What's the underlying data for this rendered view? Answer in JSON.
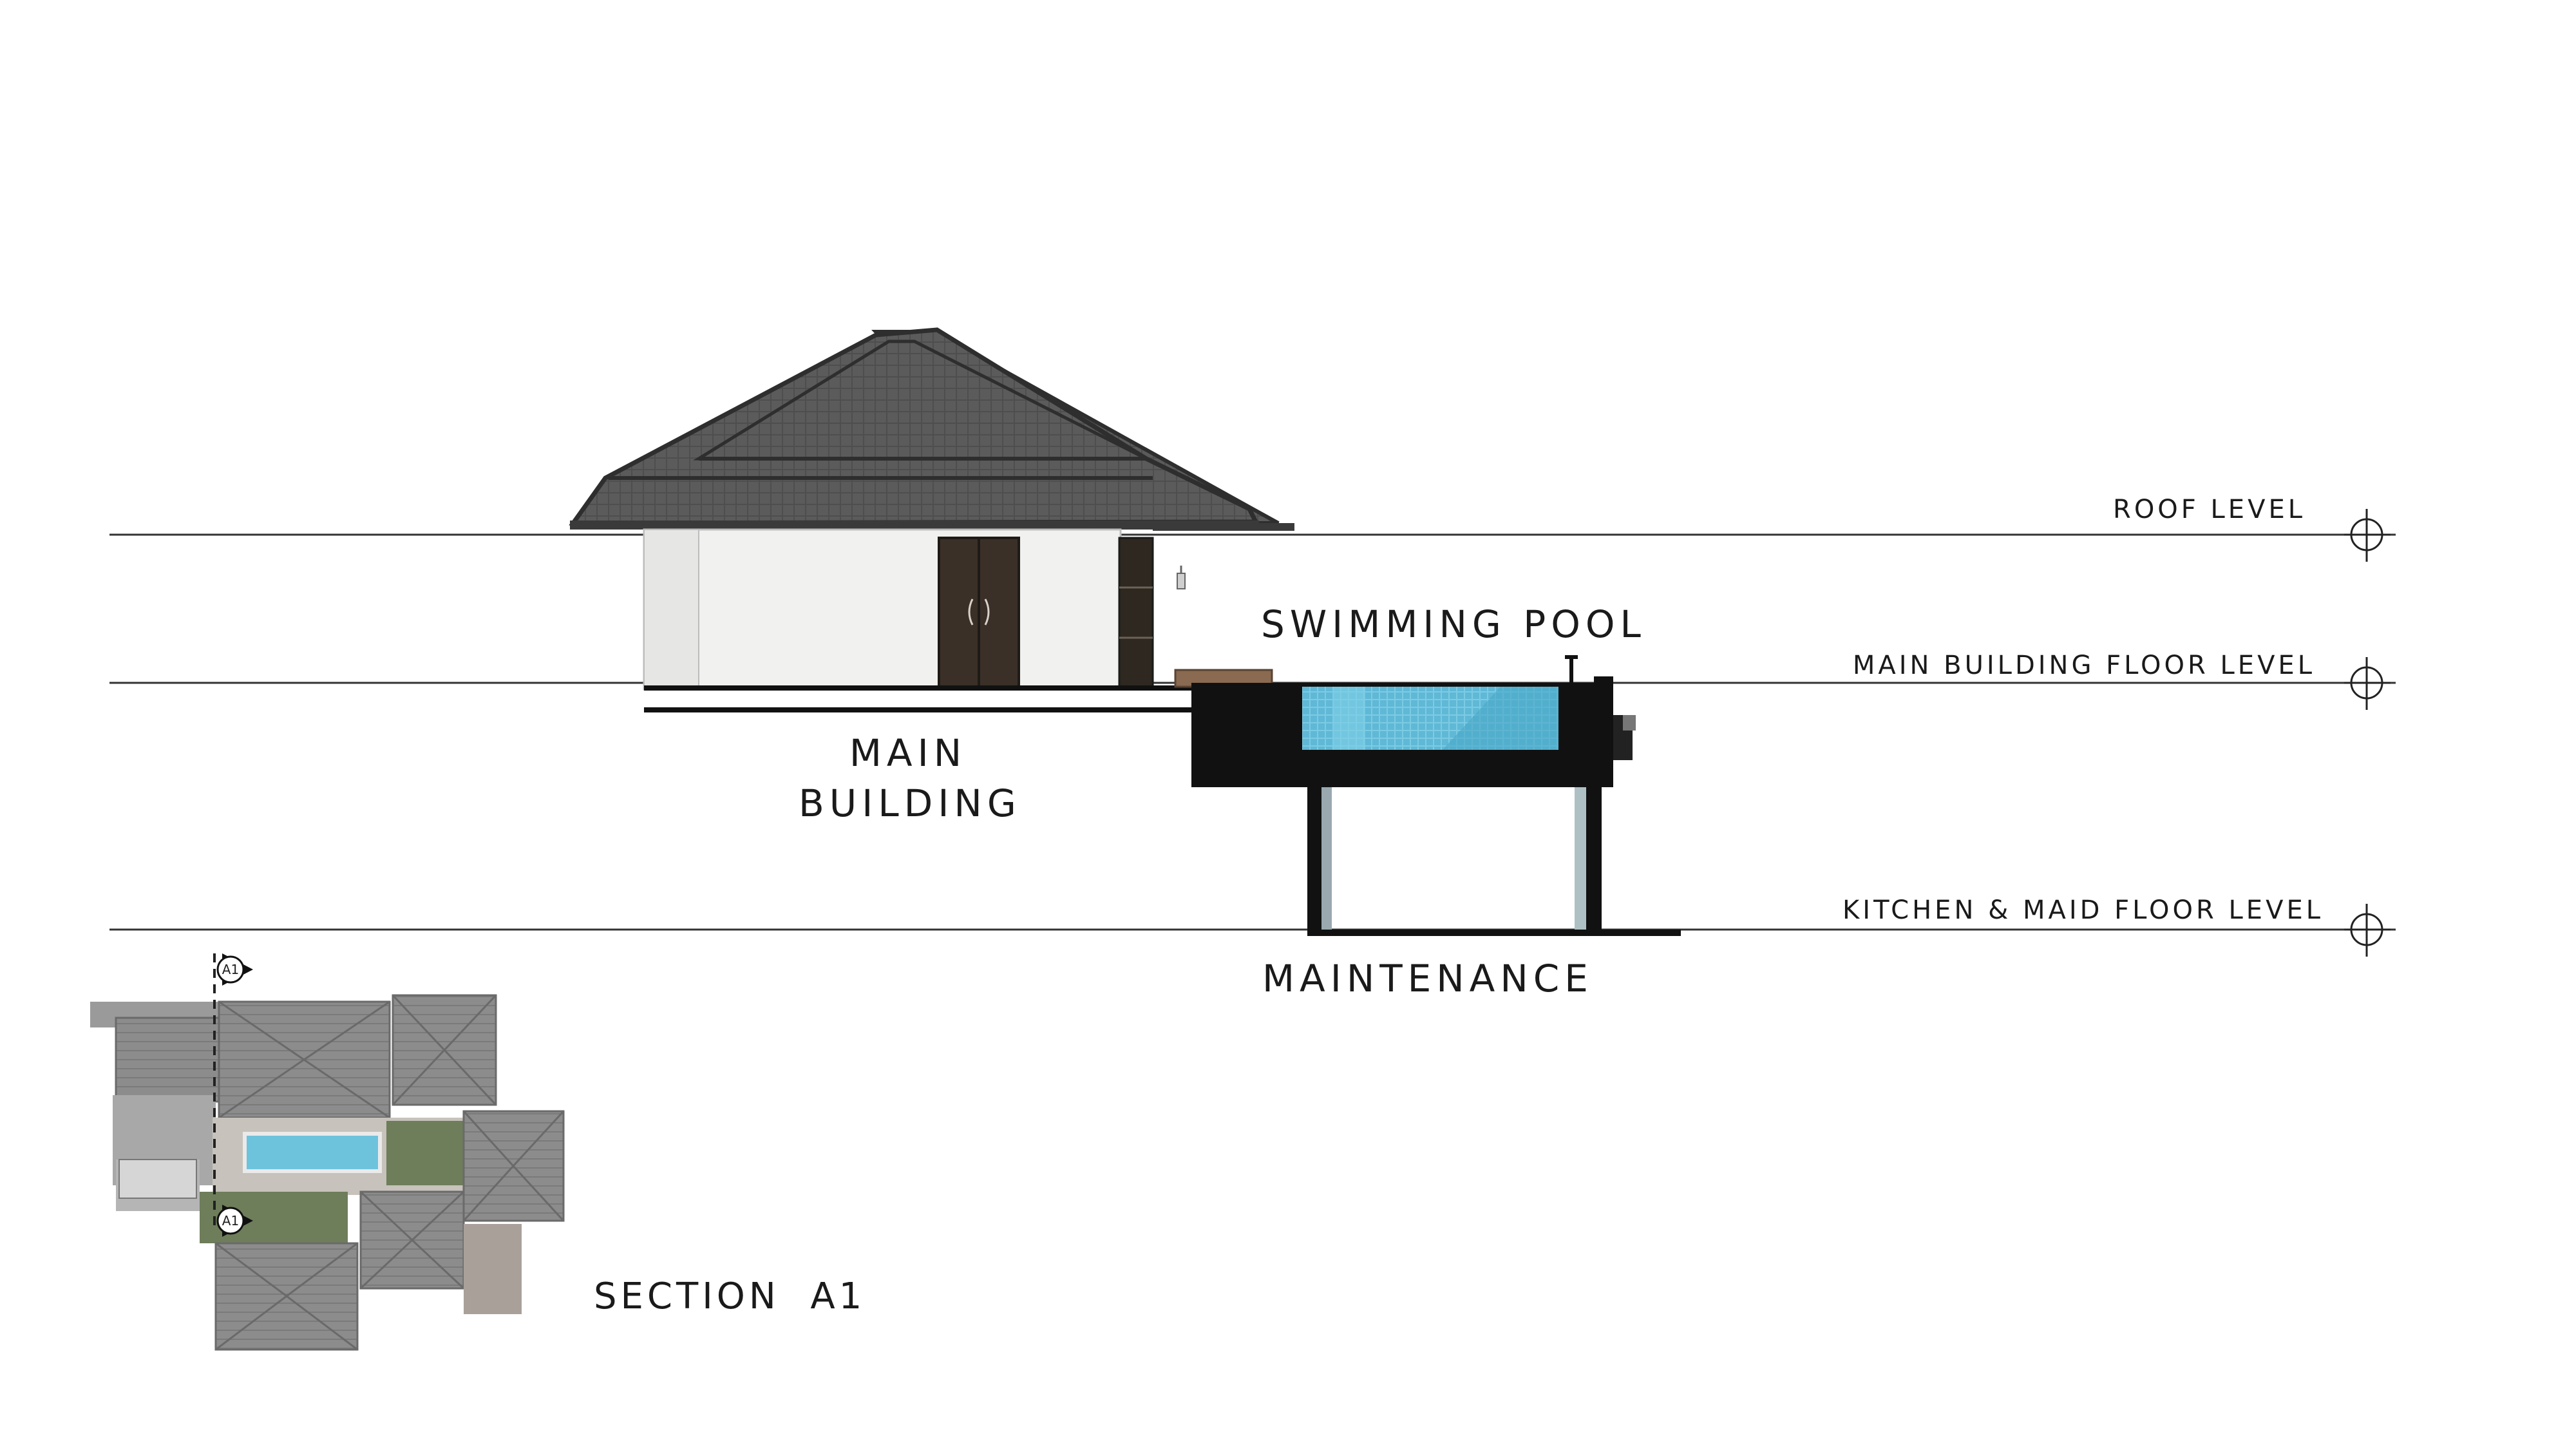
{
  "levels": {
    "roof": "ROOF LEVEL",
    "main_floor": "MAIN BUILDING FLOOR LEVEL",
    "kitchen_maid": "KITCHEN & MAID FLOOR LEVEL"
  },
  "labels": {
    "swimming_pool": "SWIMMING POOL",
    "main_building_line1": "MAIN",
    "main_building_line2": "BUILDING",
    "maintenance": "MAINTENANCE"
  },
  "section": {
    "title": "SECTION  A1",
    "marker_top": "A1",
    "marker_bottom": "A1"
  },
  "colors": {
    "roof": "#5b5b5b",
    "roof_dark": "#2e2e2e",
    "wall": "#f1f1ef",
    "door": "#3a3028",
    "pool_water": "#5fb8d6",
    "structure": "#111111",
    "plan_roof": "#8c8c8c",
    "plan_lawn": "#6e7d5a"
  }
}
